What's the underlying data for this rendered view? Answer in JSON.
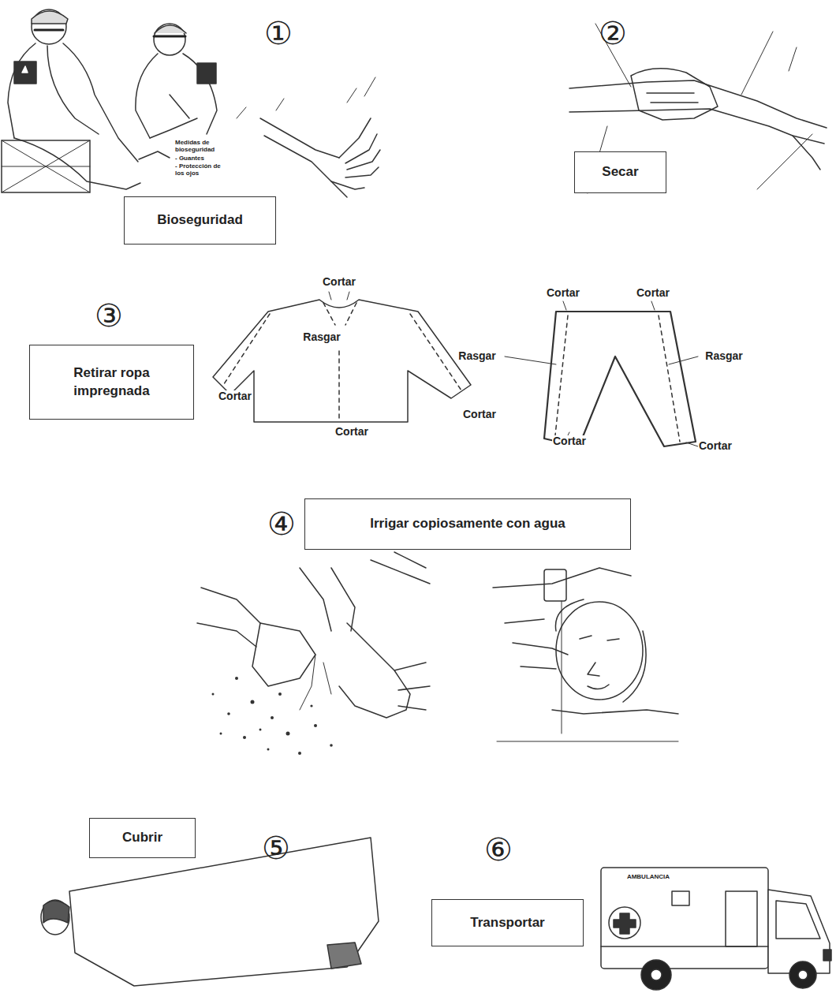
{
  "diagram": {
    "nodes": [
      {
        "text": [
          "Bioseguridad"
        ]
      },
      {
        "text": [
          "Secar"
        ]
      },
      {
        "text": [
          "Retirar ropa impregnada"
        ]
      },
      {
        "text": [
          "Irrigar copiosamente con agua"
        ]
      },
      {
        "text": [
          "Cubrir"
        ]
      },
      {
        "text": [
          "Transportar"
        ]
      }
    ],
    "labels": [
      "①",
      "Medidas de bioseguridad",
      "- Guantes",
      "- Protección de los ojos",
      "②",
      "③",
      "Cortar",
      "Rasgar",
      "Cortar",
      "Cortar",
      "Cortar",
      "Cortar",
      "Cortar",
      "Rasgar",
      "Rasgar",
      "Cortar",
      "Cortar",
      "④",
      "⑤",
      "⑥",
      "AMBULANCIA"
    ]
  }
}
